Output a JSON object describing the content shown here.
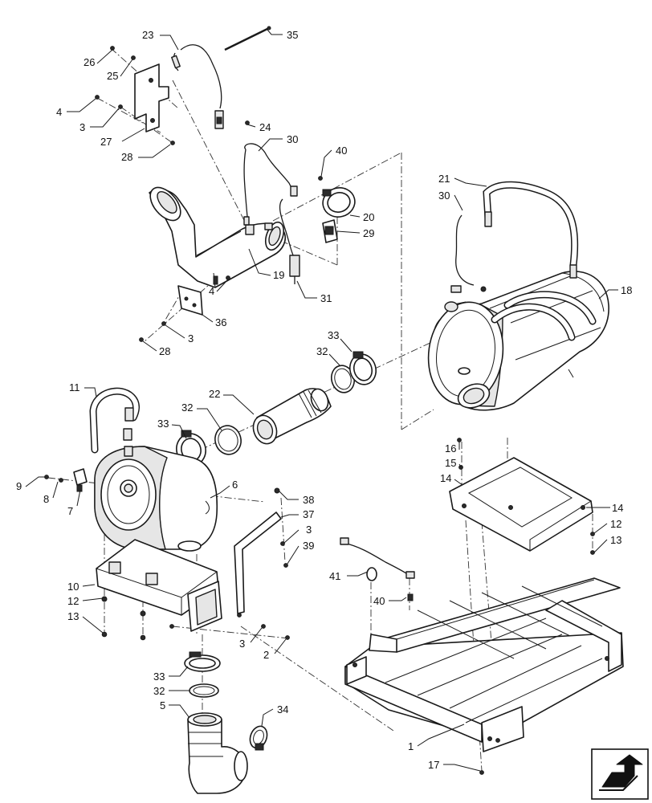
{
  "callouts": [
    {
      "id": "c23",
      "text": "23"
    },
    {
      "id": "c35",
      "text": "35"
    },
    {
      "id": "c26",
      "text": "26"
    },
    {
      "id": "c25",
      "text": "25"
    },
    {
      "id": "c4a",
      "text": "4"
    },
    {
      "id": "c3a",
      "text": "3"
    },
    {
      "id": "c27",
      "text": "27"
    },
    {
      "id": "c24",
      "text": "24"
    },
    {
      "id": "c28a",
      "text": "28"
    },
    {
      "id": "c30a",
      "text": "30"
    },
    {
      "id": "c40a",
      "text": "40"
    },
    {
      "id": "c20",
      "text": "20"
    },
    {
      "id": "c29",
      "text": "29"
    },
    {
      "id": "c19",
      "text": "19"
    },
    {
      "id": "c4b",
      "text": "4"
    },
    {
      "id": "c31",
      "text": "31"
    },
    {
      "id": "c36",
      "text": "36"
    },
    {
      "id": "c3b",
      "text": "3"
    },
    {
      "id": "c28b",
      "text": "28"
    },
    {
      "id": "c21",
      "text": "21"
    },
    {
      "id": "c30b",
      "text": "30"
    },
    {
      "id": "c18",
      "text": "18"
    },
    {
      "id": "c33a",
      "text": "33"
    },
    {
      "id": "c32a",
      "text": "32"
    },
    {
      "id": "c22",
      "text": "22"
    },
    {
      "id": "c32b",
      "text": "32"
    },
    {
      "id": "c33b",
      "text": "33"
    },
    {
      "id": "c11",
      "text": "11"
    },
    {
      "id": "c6",
      "text": "6"
    },
    {
      "id": "c9",
      "text": "9"
    },
    {
      "id": "c8",
      "text": "8"
    },
    {
      "id": "c7",
      "text": "7"
    },
    {
      "id": "c16",
      "text": "16"
    },
    {
      "id": "c15",
      "text": "15"
    },
    {
      "id": "c14a",
      "text": "14"
    },
    {
      "id": "c14b",
      "text": "14"
    },
    {
      "id": "c12a",
      "text": "12"
    },
    {
      "id": "c13a",
      "text": "13"
    },
    {
      "id": "c38",
      "text": "38"
    },
    {
      "id": "c37",
      "text": "37"
    },
    {
      "id": "c3c",
      "text": "3"
    },
    {
      "id": "c39",
      "text": "39"
    },
    {
      "id": "c41",
      "text": "41"
    },
    {
      "id": "c40b",
      "text": "40"
    },
    {
      "id": "c10",
      "text": "10"
    },
    {
      "id": "c12b",
      "text": "12"
    },
    {
      "id": "c13b",
      "text": "13"
    },
    {
      "id": "c3d",
      "text": "3"
    },
    {
      "id": "c2",
      "text": "2"
    },
    {
      "id": "c33c",
      "text": "33"
    },
    {
      "id": "c32c",
      "text": "32"
    },
    {
      "id": "c5",
      "text": "5"
    },
    {
      "id": "c34",
      "text": "34"
    },
    {
      "id": "c1",
      "text": "1"
    },
    {
      "id": "c17",
      "text": "17"
    }
  ],
  "nav_icon": "next-page-arrow-icon"
}
